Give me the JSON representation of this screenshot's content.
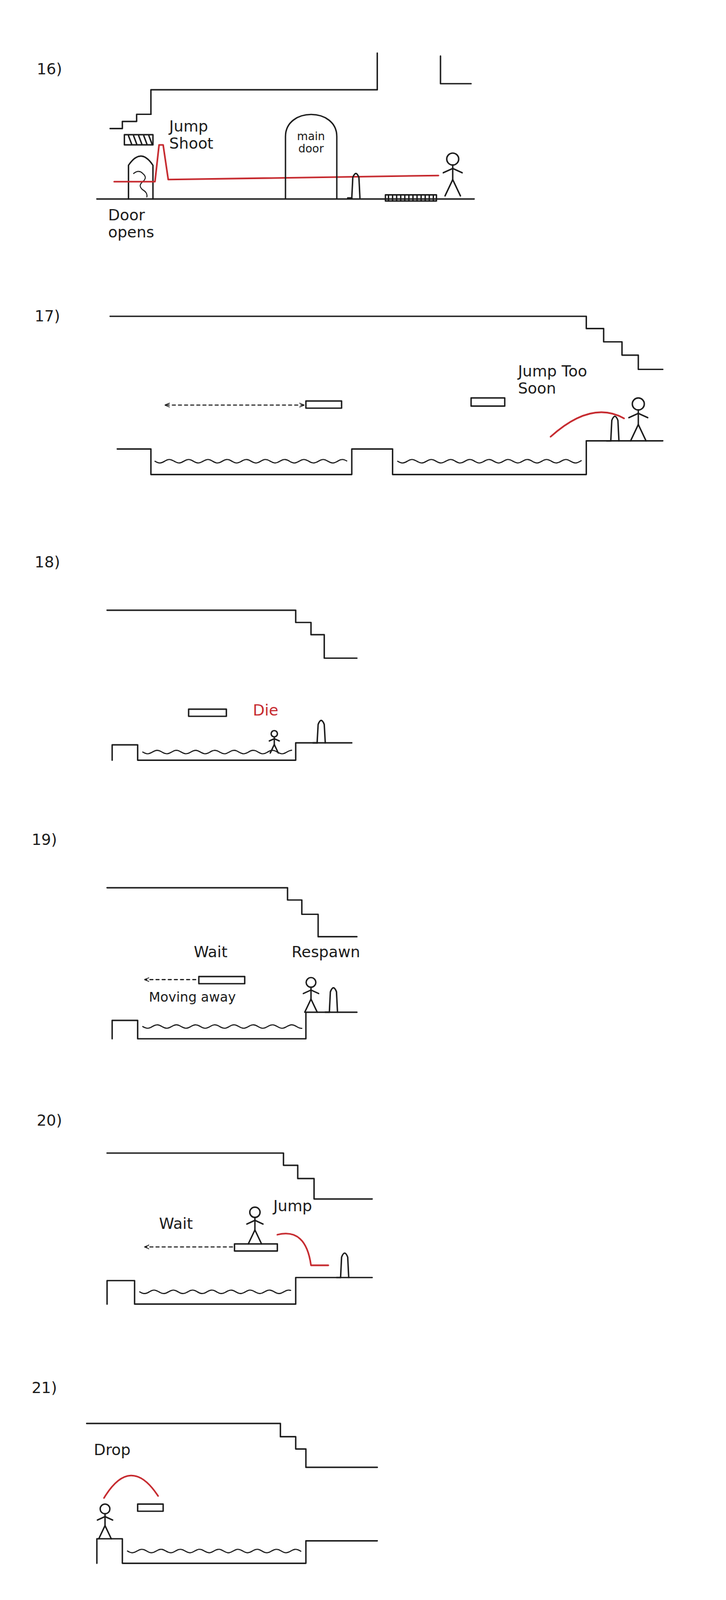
{
  "diagram": {
    "nodes": [
      {
        "text": [
          "main door"
        ]
      }
    ],
    "labels": [
      "16)",
      "Jump Shoot",
      "Door opens",
      "17)",
      "Jump Too Soon",
      "18)",
      "Die",
      "19)",
      "Wait",
      "Respawn",
      "Moving away",
      "20)",
      "Wait",
      "Jump",
      "21)",
      "Drop"
    ]
  }
}
